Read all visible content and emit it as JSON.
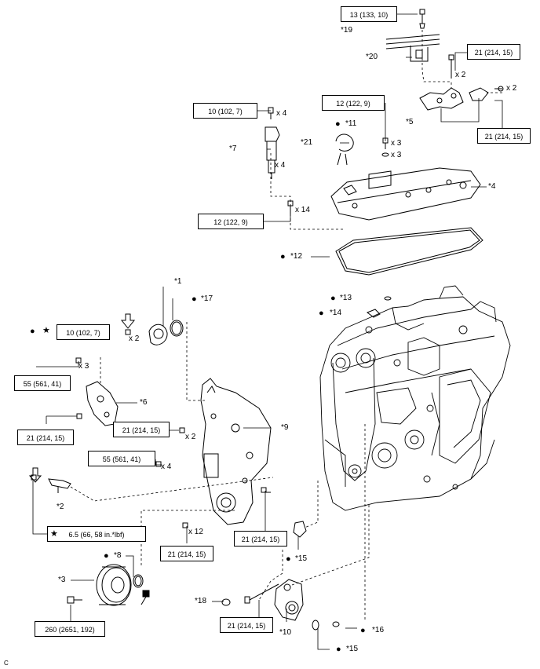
{
  "torque_specs": {
    "t13": "13 (133, 10)",
    "t21_top": "21 (214, 15)",
    "t21_right": "21 (214, 15)",
    "t12_bolt": "12 (122, 9)",
    "t10_coil": "10 (102, 7)",
    "t12_cover": "12 (122, 9)",
    "t10_sensor": "10 (102, 7)",
    "t55_a": "55 (561, 41)",
    "t21_bracket": "21 (214, 15)",
    "t21_chain": "21 (214, 15)",
    "t55_b": "55 (561, 41)",
    "t65": "6.5 (66, 58 in.*lbf)",
    "t21_cover_right": "21 (214, 15)",
    "t21_cover_bottom": "21 (214, 15)",
    "t260": "260 (2651, 192)",
    "t21_tensioner": "21 (214, 15)"
  },
  "part_labels": {
    "p1": "*1",
    "p2": "*2",
    "p3": "*3",
    "p4": "*4",
    "p5": "*5",
    "p6": "*6",
    "p7": "*7",
    "p8": "*8",
    "p9": "*9",
    "p10": "*10",
    "p11": "*11",
    "p12": "*12",
    "p13": "*13",
    "p14": "*14",
    "p15a": "*15",
    "p15b": "*15",
    "p16": "*16",
    "p17": "*17",
    "p18": "*18",
    "p19": "*19",
    "p20": "*20",
    "p21": "*21"
  },
  "quantities": {
    "q_bolt5": "x 2",
    "q_bolt5b": "x 2",
    "q_coil_bolt": "x 4",
    "q_coil": "x 4",
    "q11a": "x 3",
    "q11b": "x 3",
    "q_cover": "x 14",
    "q_sensor": "x 2",
    "q_bracket": "x 3",
    "q_chain": "x 2",
    "q_cover_b": "x 4",
    "q_cover_bottom": "x 12"
  },
  "markers": {
    "dot": "●",
    "star": "★"
  },
  "footer": {
    "code": "C"
  },
  "colors": {
    "line": "#000000",
    "background": "#ffffff"
  }
}
